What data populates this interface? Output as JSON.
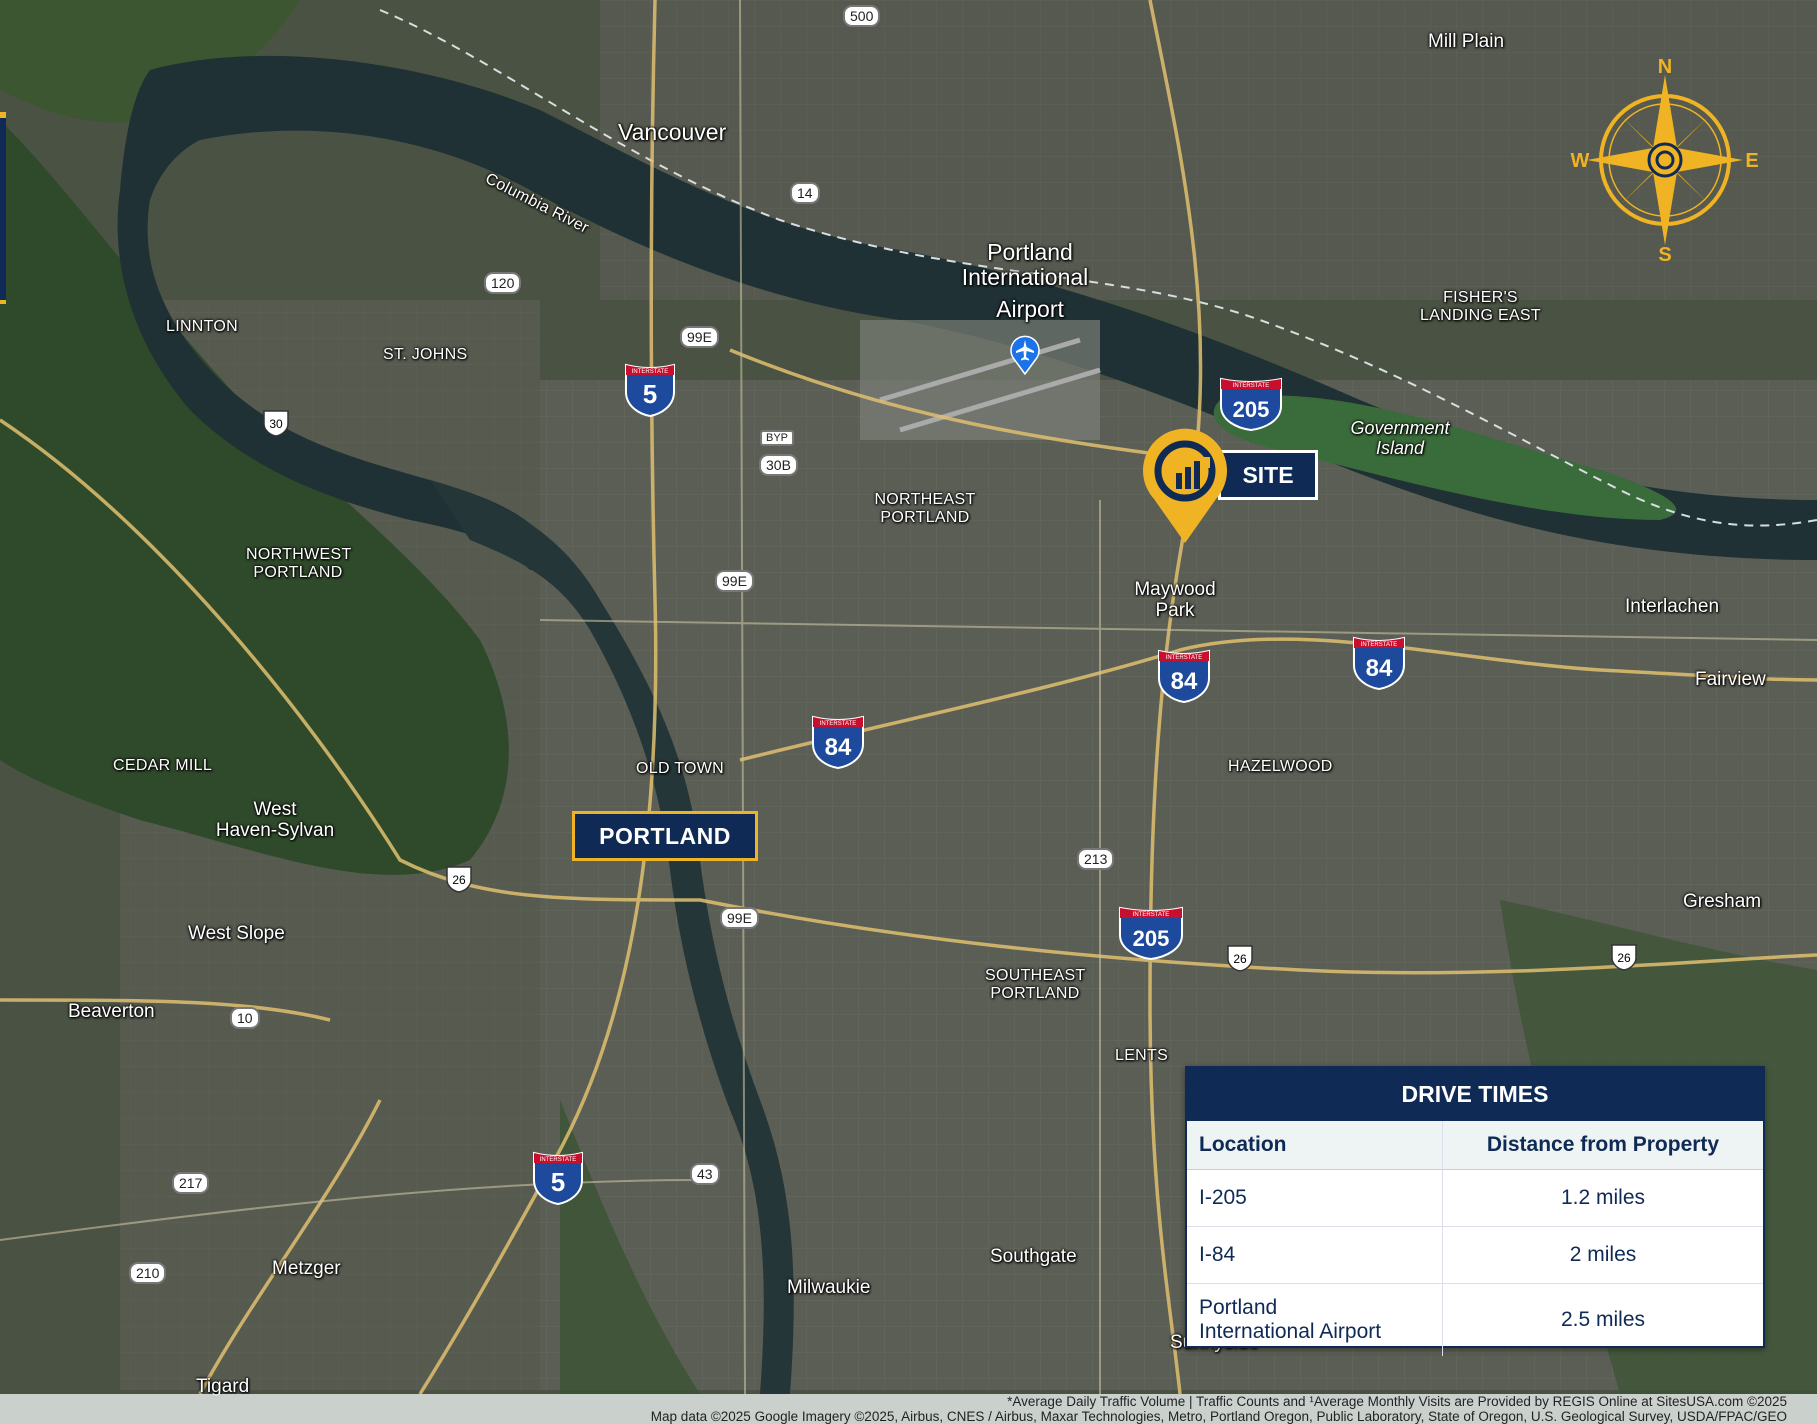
{
  "places": {
    "vancouver": "Vancouver",
    "mill_plain": "Mill Plain",
    "columbia_river": "Columbia River",
    "airport_l1": "Portland",
    "airport_l2": "International",
    "airport_l3": "Airport",
    "linnton": "LINNTON",
    "st_johns": "ST. JOHNS",
    "fishers_l1": "FISHER'S",
    "fishers_l2": "LANDING EAST",
    "government_l1": "Government",
    "government_l2": "Island",
    "ne_portland_l1": "NORTHEAST",
    "ne_portland_l2": "PORTLAND",
    "nw_portland_l1": "NORTHWEST",
    "nw_portland_l2": "PORTLAND",
    "maywood_l1": "Maywood",
    "maywood_l2": "Park",
    "interlachen": "Interlachen",
    "fairview": "Fairview",
    "cedar_mill": "CEDAR MILL",
    "old_town": "OLD TOWN",
    "hazelwood": "HAZELWOOD",
    "west_haven_l1": "West",
    "west_haven_l2": "Haven-Sylvan",
    "west_slope": "West Slope",
    "gresham": "Gresham",
    "se_portland_l1": "SOUTHEAST",
    "se_portland_l2": "PORTLAND",
    "beaverton": "Beaverton",
    "lents": "LENTS",
    "southgate": "Southgate",
    "metzger": "Metzger",
    "milwaukie": "Milwaukie",
    "sunnyside": "Sunnyside",
    "tigard": "Tigard"
  },
  "callouts": {
    "portland": "PORTLAND",
    "site": "SITE"
  },
  "shields": {
    "interstate_word": "INTERSTATE",
    "i5_north": "5",
    "i5_south": "5",
    "i205_north": "205",
    "i205_south": "205",
    "i84_west": "84",
    "i84_mid": "84",
    "i84_east": "84"
  },
  "routes": {
    "r500": "500",
    "r14": "14",
    "r120": "120",
    "r99e_1": "99E",
    "r99e_2": "99E",
    "r99e_3": "99E",
    "byp": "BYP",
    "r30b": "30B",
    "r213": "213",
    "r10": "10",
    "r217": "217",
    "r210": "210",
    "r43": "43",
    "us30": "30",
    "us26_west": "26",
    "us26_mid": "26",
    "us26_east": "26"
  },
  "compass": {
    "n": "N",
    "s": "S",
    "e": "E",
    "w": "W"
  },
  "drive_times": {
    "title": "DRIVE TIMES",
    "headers": [
      "Location",
      "Distance from Property"
    ],
    "rows": [
      {
        "location": "I-205",
        "distance": "1.2 miles"
      },
      {
        "location": "I-84",
        "distance": "2 miles"
      },
      {
        "location_l1": "Portland",
        "location_l2": "International Airport",
        "distance": "2.5 miles"
      }
    ]
  },
  "footer": {
    "line1": "*Average Daily Traffic Volume | Traffic Counts and ¹Average Monthly Visits are Provided by REGIS Online at SitesUSA.com ©2025",
    "line2": "Map data ©2025 Google Imagery ©2025, Airbus, CNES / Airbus, Maxar Technologies, Metro, Portland Oregon, Public Laboratory, State of Oregon, U.S. Geological Survey, USDA/FPAC/GEO"
  },
  "colors": {
    "navy": "#0f2a55",
    "gold": "#f0b323",
    "interstate_red": "#c8102e",
    "interstate_blue": "#1d4a9c"
  }
}
